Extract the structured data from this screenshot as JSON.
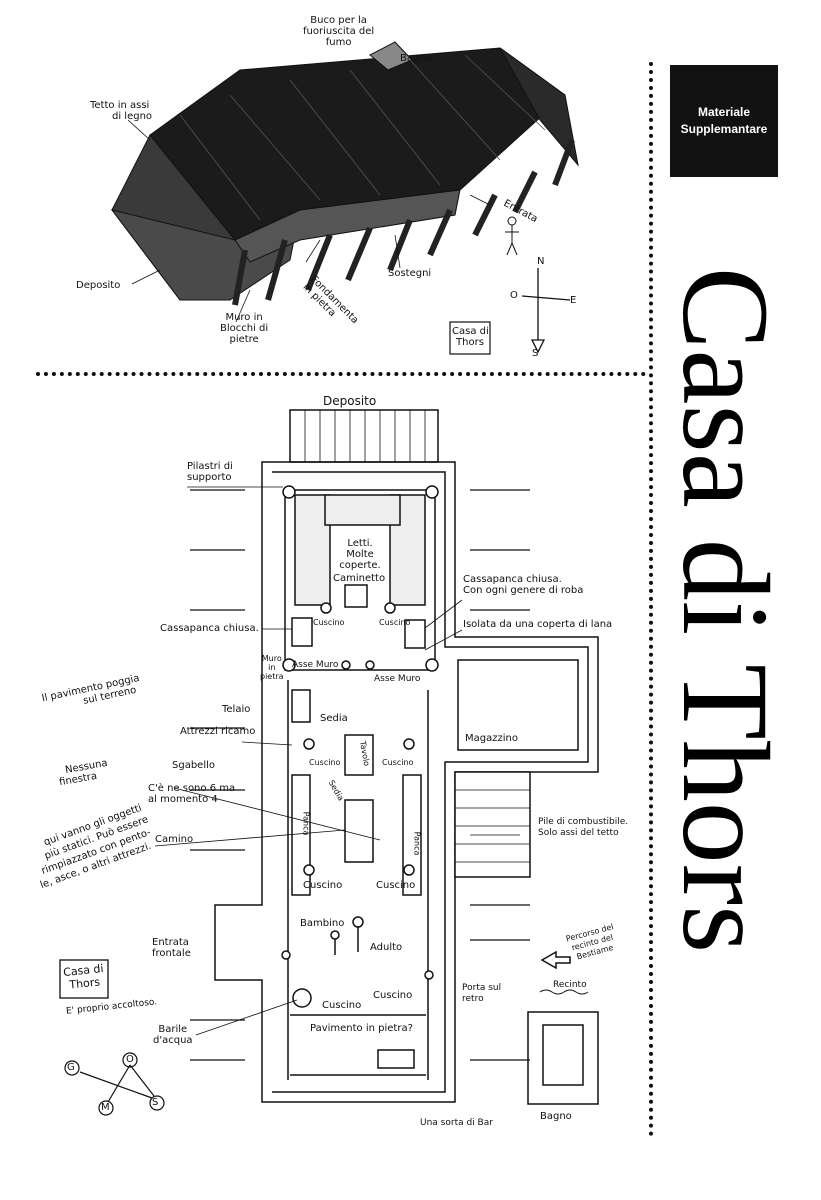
{
  "badge": {
    "line1": "Materiale",
    "line2": "Supplemantare"
  },
  "title": "Casa di Thors",
  "exterior": {
    "chimney": [
      "Buco per la",
      "fuoriuscita del",
      "fumo"
    ],
    "bath": "Bagno",
    "roof": [
      "Tetto in assi",
      "di legno"
    ],
    "entrance": "Entrata",
    "storage": "Deposito",
    "foundations": [
      "Fondamenta",
      "in pietra"
    ],
    "supports": "Sostegni",
    "wall": [
      "Muro in",
      "Blocchi di",
      "pietre"
    ],
    "compass": {
      "n": "N",
      "s": "S",
      "e": "E",
      "o": "O"
    },
    "tag": [
      "Casa di",
      "Thors"
    ]
  },
  "plan": {
    "storage": "Deposito",
    "pillars": [
      "Pilastri di",
      "supporto"
    ],
    "beds": [
      "Letti.",
      "Molte",
      "coperte."
    ],
    "fireplace": "Caminetto",
    "chest_left": "Cassapanca chiusa.",
    "chest_right": [
      "Cassapanca chiusa.",
      "Con ogni genere di roba"
    ],
    "isolated": "Isolata da una coperta di lana",
    "cushion_1": "Cuscino",
    "cushion_2": "Cuscino",
    "wall_planks_1": "Asse Muro",
    "wall_planks_2": "Asse Muro",
    "stone_wall": [
      "Muro",
      "in",
      "pietra"
    ],
    "floor_on_ground": [
      "Il pavimento poggia",
      "sul terreno"
    ],
    "loom": "Telaio",
    "chair": "Sedia",
    "embroidery": "Attrezzi ricamo",
    "warehouse": "Magazzino",
    "no_window": [
      "Nessuna",
      "finestra"
    ],
    "stool": "Sgabello",
    "cushion_3": "Cuscino",
    "table": "Tavolo",
    "cushion_4": "Cuscino",
    "six_now_four": [
      "C'è ne sono 6 ma",
      "al momento 4"
    ],
    "chair_2": "Sedia",
    "fuel": [
      "Pile di combustibile.",
      "Solo assi del tetto"
    ],
    "bench_1": "Panca",
    "bench_2": "Panca",
    "hearth": "Camino",
    "static_objects": [
      "qui vanno gli oggetti",
      "più statici. Può essere",
      "rimpiazzato con pento-",
      "le, asce, o altri attrezzi."
    ],
    "cushion_5": "Cuscino",
    "cushion_6": "Cuscino",
    "child": "Bambino",
    "adult": "Adulto",
    "front_entrance": [
      "Entrata",
      "frontale"
    ],
    "enclosure_path": [
      "Percorso del",
      "recinto del",
      "Bestiame"
    ],
    "tag": [
      "Casa di",
      "Thors"
    ],
    "cushion_7": "Cuscino",
    "cushion_8": "Cuscino",
    "back_door": [
      "Porta sul",
      "retro"
    ],
    "fence": "Recinto",
    "welcoming": "E' proprio accoltoso.",
    "water_barrel": [
      "Barile",
      "d'acqua"
    ],
    "stone_floor": "Pavimento in pietra?",
    "bar": "Una sorta di Bar",
    "bath": "Bagno",
    "compass": {
      "g": "G",
      "o": "O",
      "m": "M",
      "s": "S"
    }
  }
}
